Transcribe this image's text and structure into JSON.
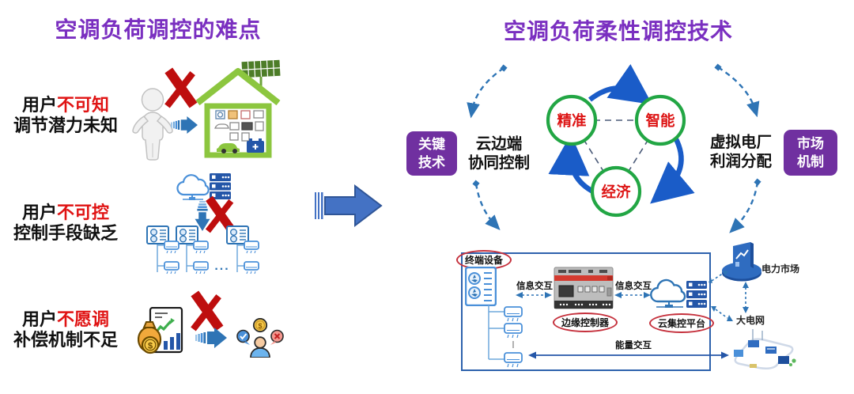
{
  "colors": {
    "title_purple": "#7A2FC0",
    "badge_purple": "#7030A0",
    "highlight_red": "#E01414",
    "cross_red": "#BE0E0E",
    "circle_green": "#22A644",
    "cycle_arrow_blue": "#1A5CC8",
    "dashed_arc_blue": "#2E74B5",
    "box_border_blue": "#2E62AD",
    "icon_blue": "#4A90D9",
    "server_blue": "#2456A8",
    "oval_red": "#C5303C",
    "big_arrow_blue": "#4472C4"
  },
  "left": {
    "title": "空调负荷调控的难点",
    "rows": [
      {
        "prefix": "用户",
        "highlight": "不可知",
        "line2": "调节潜力未知"
      },
      {
        "prefix": "用户",
        "highlight": "不可控",
        "line2": "控制手段缺乏"
      },
      {
        "prefix": "用户",
        "highlight": "不愿调",
        "line2": "补偿机制不足"
      }
    ],
    "ellipsis": "..."
  },
  "right": {
    "title": "空调负荷柔性调控技术",
    "badges": {
      "key_tech": {
        "line1": "关键",
        "line2": "技术"
      },
      "market": {
        "line1": "市场",
        "line2": "机制"
      }
    },
    "labels": {
      "cloud_edge": {
        "line1": "云边端",
        "line2": "协同控制"
      },
      "vpp": {
        "line1": "虚拟电厂",
        "line2": "利润分配"
      }
    },
    "cycle": {
      "node1": "精准",
      "node2": "智能",
      "node3": "经济"
    }
  },
  "bottom": {
    "terminal_device": "终端设备",
    "info_exchange_1": "信息交互",
    "info_exchange_2": "信息交互",
    "edge_controller": "边缘控制器",
    "cloud_platform": "云集控平台",
    "energy_exchange": "能量交互",
    "power_market": "电力市场",
    "power_grid": "大电网"
  }
}
